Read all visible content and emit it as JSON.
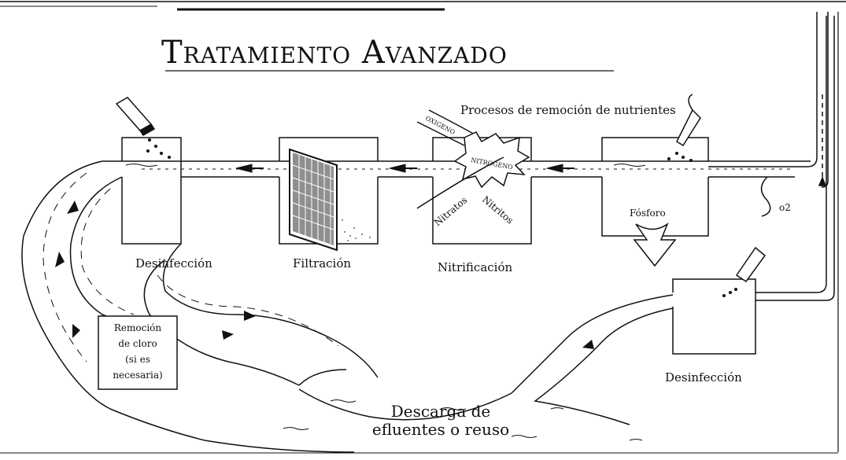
{
  "title": "Tratamiento Avanzado",
  "nutrient_process_label": "Procesos de remoción de nutrientes",
  "tanks": {
    "disinfection_top": "Desinfección",
    "filtration": "Filtración",
    "nitrification": "Nitrificación",
    "phosphorus": "Fósforo",
    "disinfection_right": "Desinfección"
  },
  "nitrification_labels": {
    "nitrates": "Nitratos",
    "nitrites": "Nitritos",
    "burst": "NITROGENO",
    "stream": "OXIGENO"
  },
  "chlorine_box": [
    "Remoción",
    "de cloro",
    "(si es",
    "necesaria)"
  ],
  "discharge": [
    "Descarga de",
    "efluentes o reuso"
  ],
  "inflow_mark": "o2",
  "colors": {
    "ink": "#111111",
    "background": "#ffffff"
  },
  "icons": [
    "dropper-icon",
    "filter-grid-icon",
    "flow-arrow-icon",
    "down-arrow-icon"
  ]
}
